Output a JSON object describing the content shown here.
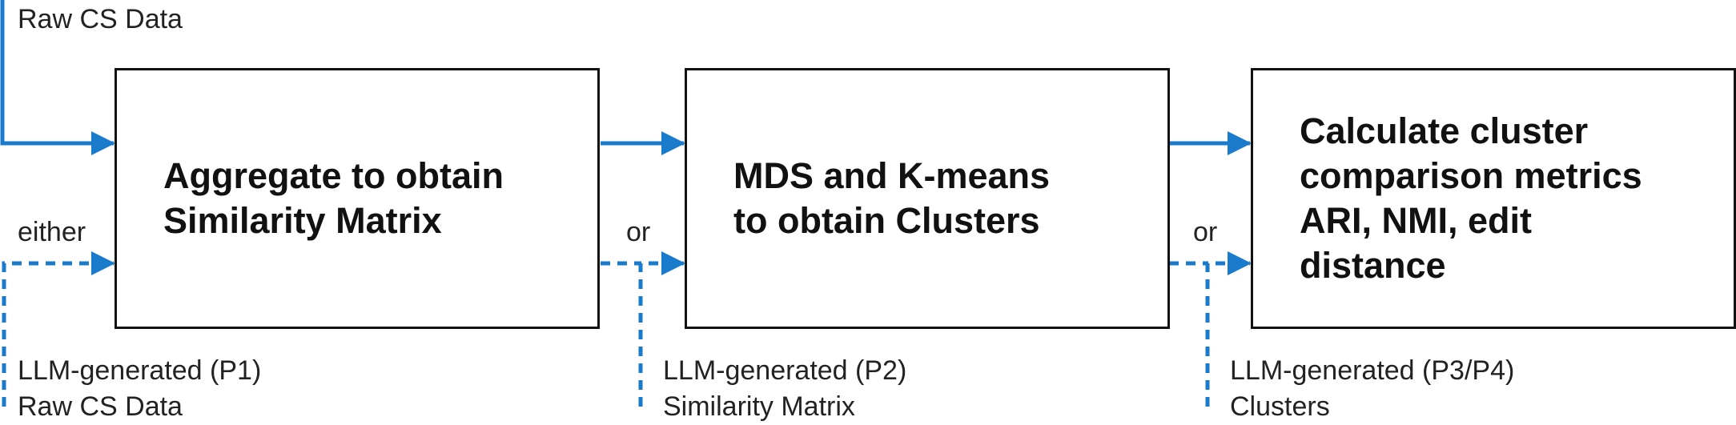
{
  "colors": {
    "arrow": "#1a7acc",
    "box_border": "#111111",
    "text": "#111111"
  },
  "top_input": {
    "label": "Raw CS Data"
  },
  "steps": [
    {
      "text": "Aggregate to obtain\nSimilarity Matrix"
    },
    {
      "text": "MDS and K-means\nto obtain Clusters"
    },
    {
      "text": "Calculate cluster\ncomparison metrics\nARI, NMI, edit\ndistance"
    }
  ],
  "alternatives": [
    {
      "connector": "either",
      "source_line1": "LLM-generated (P1)",
      "source_line2": "Raw CS Data"
    },
    {
      "connector": "or",
      "source_line1": "LLM-generated (P2)",
      "source_line2": "Similarity Matrix"
    },
    {
      "connector": "or",
      "source_line1": "LLM-generated (P3/P4)",
      "source_line2": "Clusters"
    }
  ]
}
